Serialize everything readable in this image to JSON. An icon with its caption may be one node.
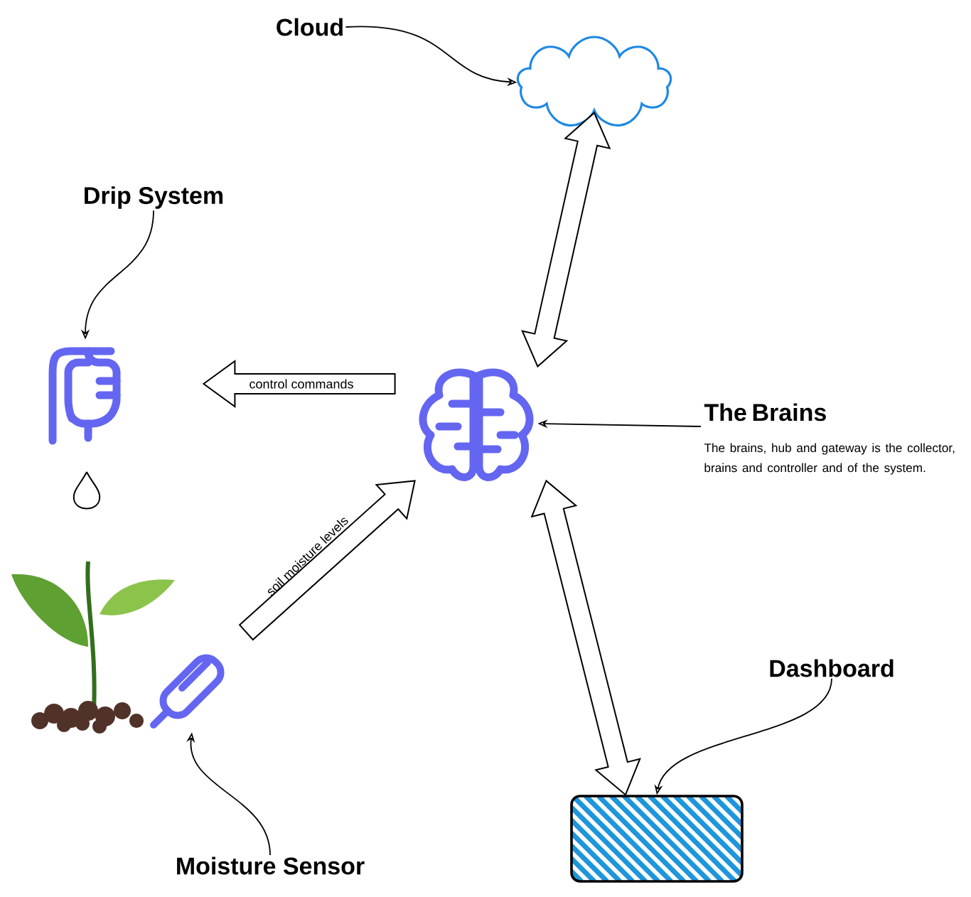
{
  "diagram": {
    "nodes": [
      {
        "text": [
          "Cloud"
        ]
      },
      {
        "text": [],
        "shape": "cloud"
      },
      {
        "text": [
          "Drip System"
        ]
      },
      {
        "text": [],
        "shape": "picture"
      },
      {
        "text": [],
        "shape": "picture"
      },
      {
        "text": [
          "Moisture Sensor"
        ]
      },
      {
        "text": [],
        "shape": "picture"
      },
      {
        "text": [
          "The Brains",
          "The brains, hub and gateway is the collector, brains and controller and of the system."
        ]
      },
      {
        "text": [
          "Dashboard"
        ]
      },
      {
        "text": [],
        "shape": "box"
      }
    ],
    "edges": [
      {
        "from": 0,
        "to": 1,
        "arrow": "to"
      },
      {
        "from": 2,
        "to": 3,
        "arrow": "to"
      },
      {
        "from": 5,
        "to": 4,
        "arrow": "to"
      },
      {
        "from": 7,
        "to": 6,
        "arrow": "to"
      },
      {
        "from": 8,
        "to": 9,
        "arrow": "to"
      },
      {
        "from": 6,
        "to": 1,
        "arrow": "both"
      },
      {
        "from": 6,
        "to": 3,
        "arrow": "to",
        "label": "control commands"
      },
      {
        "from": 4,
        "to": 6,
        "arrow": "to",
        "label": "soil moisture levels"
      },
      {
        "from": 6,
        "to": 9,
        "arrow": "both"
      }
    ]
  }
}
